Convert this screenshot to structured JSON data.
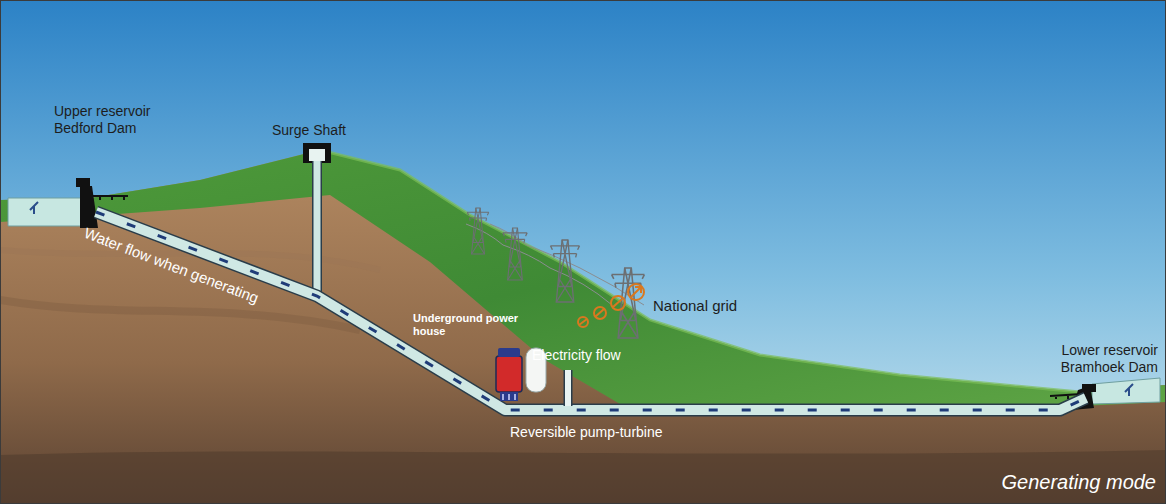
{
  "diagram": {
    "labels": [
      "Upper reservoir Bedford Dam",
      "Surge Shaft",
      "Water flow when generating",
      "Underground power house",
      "National grid",
      "Electricity flow",
      "Reversible pump-turbine",
      "Lower reservoir Bramhoek Dam",
      "Generating mode"
    ]
  }
}
